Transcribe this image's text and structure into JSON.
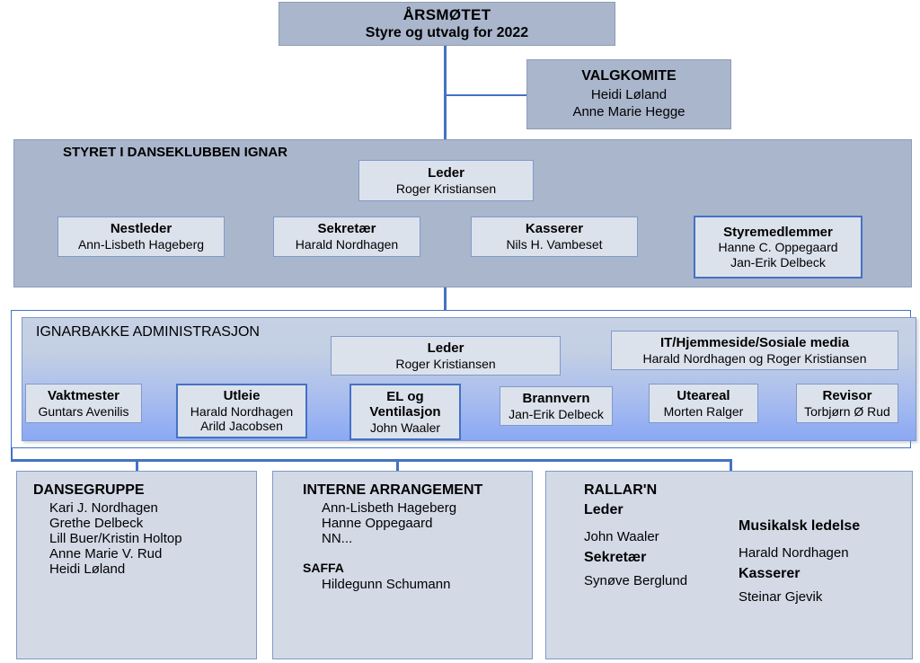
{
  "top": {
    "title": "ÅRSMØTET",
    "subtitle": "Styre og utvalg for 2022"
  },
  "valgkomite": {
    "title": "VALGKOMITE",
    "members": [
      "Heidi Løland",
      "Anne Marie Hegge"
    ]
  },
  "styret": {
    "heading": "STYRET I DANSEKLUBBEN IGNAR",
    "leder": {
      "role": "Leder",
      "name": "Roger Kristiansen"
    },
    "roles": [
      {
        "role": "Nestleder",
        "name": "Ann-Lisbeth Hageberg"
      },
      {
        "role": "Sekretær",
        "name": "Harald Nordhagen"
      },
      {
        "role": "Kasserer",
        "name": "Nils H. Vambeset"
      }
    ],
    "styremedlemmer": {
      "role": "Styremedlemmer",
      "names": [
        "Hanne C. Oppegaard",
        "Jan-Erik Delbeck"
      ]
    }
  },
  "administrasjon": {
    "heading": "IGNARBAKKE ADMINISTRASJON",
    "leder": {
      "role": "Leder",
      "name": "Roger Kristiansen"
    },
    "it": {
      "role": "IT/Hjemmeside/Sosiale media",
      "name": "Harald Nordhagen og Roger Kristiansen"
    },
    "roles": [
      {
        "role": "Vaktmester",
        "names": [
          "Guntars Avenilis"
        ]
      },
      {
        "role": "Utleie",
        "names": [
          "Harald Nordhagen",
          "Arild Jacobsen"
        ]
      },
      {
        "role": "EL og Ventilasjon",
        "names": [
          "John Waaler"
        ]
      },
      {
        "role": "Brannvern",
        "names": [
          "Jan-Erik Delbeck"
        ]
      },
      {
        "role": "Uteareal",
        "names": [
          "Morten Ralger"
        ]
      },
      {
        "role": "Revisor",
        "names": [
          "Torbjørn Ø Rud"
        ]
      }
    ]
  },
  "groups": {
    "dansegruppe": {
      "heading": "DANSEGRUPPE",
      "members": [
        "Kari J. Nordhagen",
        "Grethe Delbeck",
        "Lill Buer/Kristin Holtop",
        "Anne Marie V. Rud",
        "Heidi Løland"
      ]
    },
    "interne": {
      "heading": "INTERNE ARRANGEMENT",
      "members": [
        "Ann-Lisbeth Hageberg",
        "Hanne Oppegaard",
        "NN..."
      ],
      "saffa_heading": "SAFFA",
      "saffa_members": [
        "Hildegunn Schumann"
      ]
    },
    "rallarn": {
      "heading": "RALLAR'N",
      "left": [
        {
          "role": "Leder",
          "name": "John Waaler"
        },
        {
          "role": "Sekretær",
          "name": "Synøve Berglund"
        }
      ],
      "right": [
        {
          "role": "Musikalsk ledelse",
          "name": "Harald Nordhagen"
        },
        {
          "role": "Kasserer",
          "name": "Steinar Gjevik"
        }
      ]
    }
  },
  "colors": {
    "panel_fill": "#aab6cc",
    "leaf_fill": "#dce2ec",
    "group_fill": "#d3dae6",
    "connector": "#4472c4",
    "gradient_top": "#c3cfe4",
    "gradient_bottom": "#8aa8f4"
  }
}
